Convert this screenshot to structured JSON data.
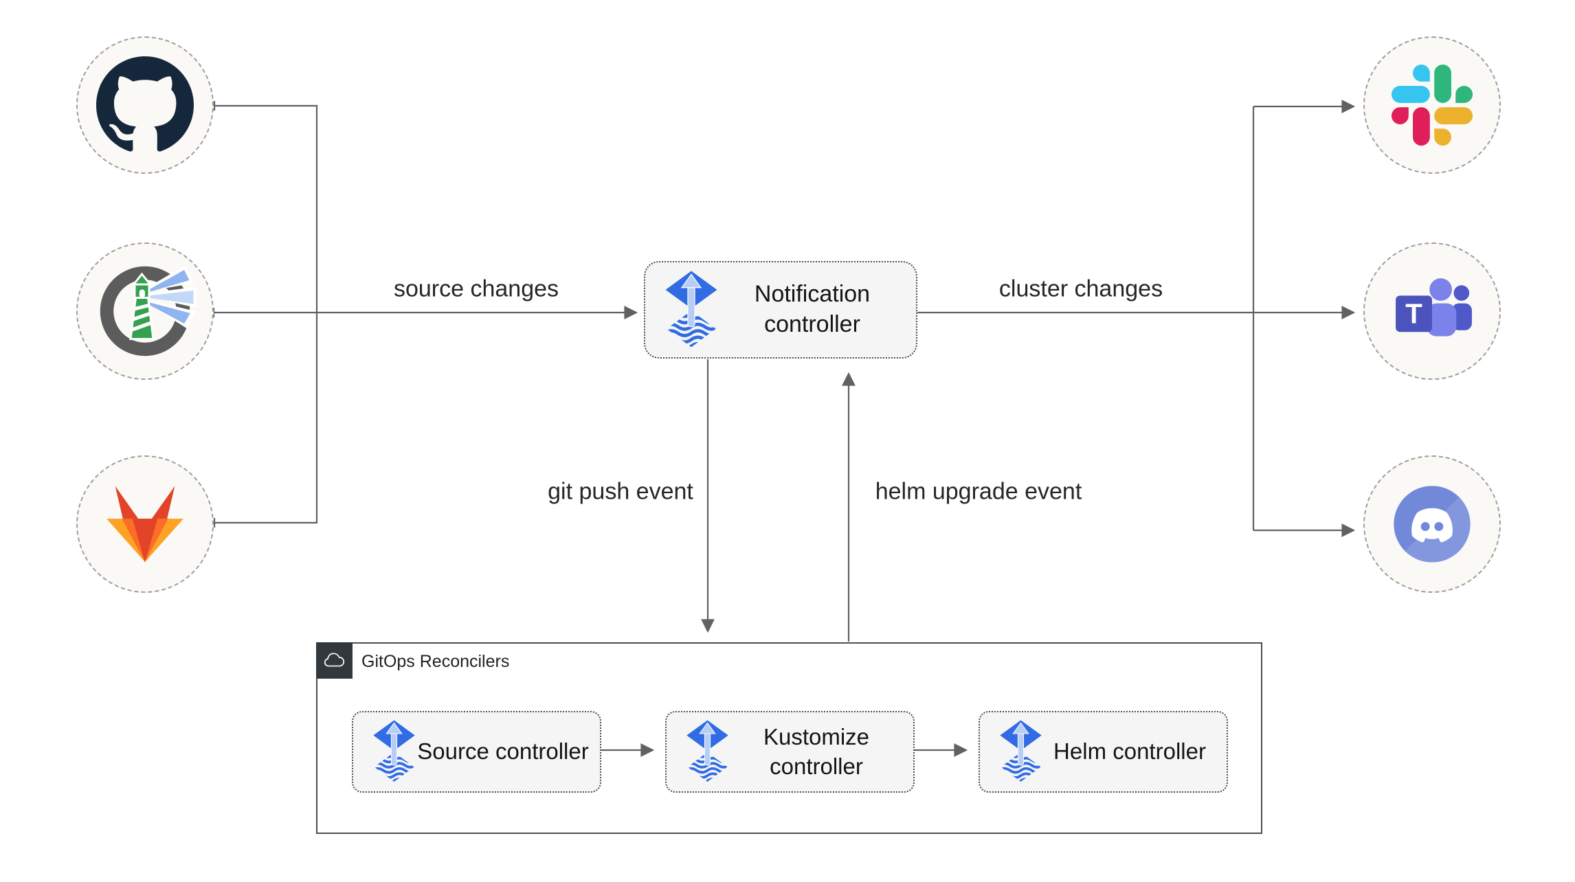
{
  "nodes": {
    "notification": {
      "label": "Notification controller"
    },
    "source": {
      "label": "Source controller"
    },
    "kustomize": {
      "label": "Kustomize controller"
    },
    "helm": {
      "label": "Helm controller"
    }
  },
  "container": {
    "label": "GitOps Reconcilers"
  },
  "edges": {
    "source_changes": "source changes",
    "cluster_changes": "cluster changes",
    "git_push": "git push event",
    "helm_upgrade": "helm upgrade event"
  },
  "icons": {
    "left_sources": [
      "github-icon",
      "harbor-icon",
      "gitlab-icon"
    ],
    "right_targets": [
      "slack-icon",
      "teams-icon",
      "discord-icon"
    ],
    "controller": "flux-icon",
    "container_tag": "cloud-icon"
  },
  "colors": {
    "canvas-bg": "#ffffff",
    "line": "#616161",
    "node-fill": "#f5f5f5",
    "node-border": "#4d4d4d",
    "circle-fill": "#faf9f6",
    "circle-border": "#9e9e9e",
    "container-tag-bg": "#33383d",
    "flux-blue": "#316ce4",
    "flux-arrow": "#b7cdf6",
    "github-dark": "#15273a",
    "harbor-gray": "#5c5c5c",
    "harbor-green": "#33a14e",
    "gitlab-red": "#e24329",
    "gitlab-orange": "#fc6d26",
    "gitlab-yellow": "#fca326",
    "slack-blue": "#36c5f0",
    "slack-green": "#2eb67d",
    "slack-yellow": "#ecb22e",
    "slack-red": "#e01e5a",
    "teams-dark": "#4b53bc",
    "teams-mid": "#5059c9",
    "teams-light": "#7b83eb",
    "discord-blurple": "#7289da"
  }
}
